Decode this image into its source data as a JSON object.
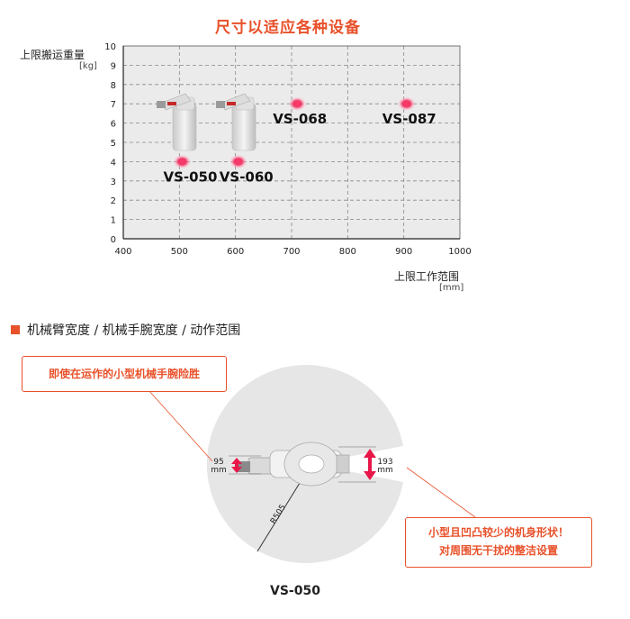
{
  "title": "尺寸以适应各种设备",
  "chart_data": {
    "type": "scatter",
    "title": "尺寸以适应各种设备",
    "ylabel": "上限搬运重量",
    "yunit": "[kg]",
    "xlabel": "上限工作范围",
    "xunit": "[mm]",
    "xlim": [
      400,
      1000
    ],
    "ylim": [
      0,
      10
    ],
    "xticks": [
      400,
      500,
      600,
      700,
      800,
      900,
      1000
    ],
    "yticks": [
      0,
      1,
      2,
      3,
      4,
      5,
      6,
      7,
      8,
      9,
      10
    ],
    "grid": true,
    "points": [
      {
        "label": "VS-050",
        "x": 505,
        "y": 4
      },
      {
        "label": "VS-060",
        "x": 605,
        "y": 4
      },
      {
        "label": "VS-068",
        "x": 710,
        "y": 7
      },
      {
        "label": "VS-087",
        "x": 905,
        "y": 7
      }
    ],
    "marker_color": "#e8174a",
    "plot_bg": "#ebebeb"
  },
  "section": {
    "title": "机械臂宽度 / 机械手腕宽度 / 动作范围"
  },
  "callouts": {
    "top": "即使在运作的小型机械手腕险胜",
    "bottom_line1": "小型且凹凸较少的机身形状！",
    "bottom_line2": "对周围无干扰的整洁设置"
  },
  "diagram": {
    "arm_width_value": "95",
    "arm_width_unit": "mm",
    "wrist_width_value": "193",
    "wrist_width_unit": "mm",
    "radius_label": "R505",
    "model": "VS-050"
  },
  "colors": {
    "accent": "#e8512a",
    "range_fill": "#e6e6e6"
  }
}
